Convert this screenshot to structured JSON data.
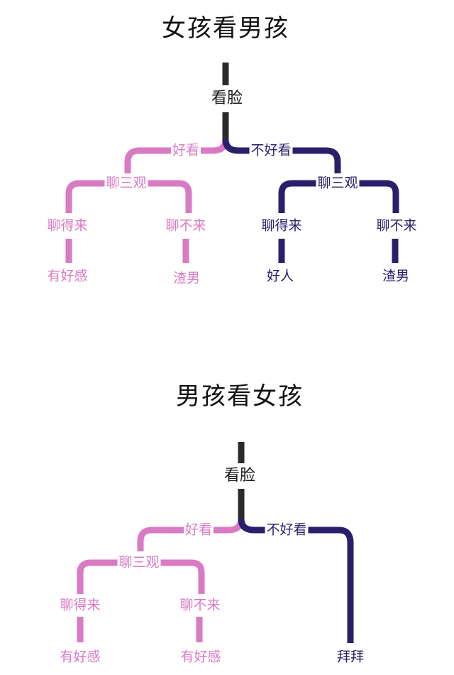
{
  "diagrams": [
    {
      "title": "女孩看男孩",
      "root": "看脸",
      "left_branch": "好看",
      "right_branch": "不好看",
      "left_sub": "聊三观",
      "left_a": "聊得来",
      "left_b": "聊不来",
      "left_a_result": "有好感",
      "left_b_result": "渣男",
      "right_sub": "聊三观",
      "right_a": "聊得来",
      "right_b": "聊不来",
      "right_a_result": "好人",
      "right_b_result": "渣男"
    },
    {
      "title": "男孩看女孩",
      "root": "看脸",
      "left_branch": "好看",
      "right_branch": "不好看",
      "left_sub": "聊三观",
      "left_a": "聊得来",
      "left_b": "聊不来",
      "left_a_result": "有好感",
      "left_b_result": "有好感",
      "right_result": "拜拜"
    }
  ],
  "colors": {
    "root": "#2b2b2b",
    "pink": "#d97ac3",
    "navy": "#2a1f6b"
  }
}
